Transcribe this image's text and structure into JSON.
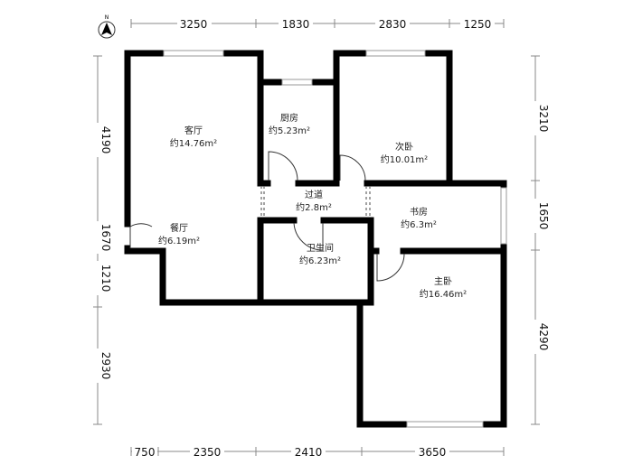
{
  "compass": {
    "label": "N"
  },
  "dimensions": {
    "top": [
      "3250",
      "1830",
      "2830",
      "1250"
    ],
    "bottom": [
      "750",
      "2350",
      "2410",
      "3650"
    ],
    "left": [
      "4190",
      "1670",
      "1210",
      "2930"
    ],
    "right": [
      "3210",
      "1650",
      "4290"
    ]
  },
  "rooms": [
    {
      "name": "客厅",
      "area": "约14.76m²"
    },
    {
      "name": "厨房",
      "area": "约5.23m²"
    },
    {
      "name": "次卧",
      "area": "约10.01m²"
    },
    {
      "name": "过道",
      "area": "约2.8m²"
    },
    {
      "name": "书房",
      "area": "约6.3m²"
    },
    {
      "name": "餐厅",
      "area": "约6.19m²"
    },
    {
      "name": "卫生间",
      "area": "约6.23m²"
    },
    {
      "name": "主卧",
      "area": "约16.46m²"
    }
  ]
}
